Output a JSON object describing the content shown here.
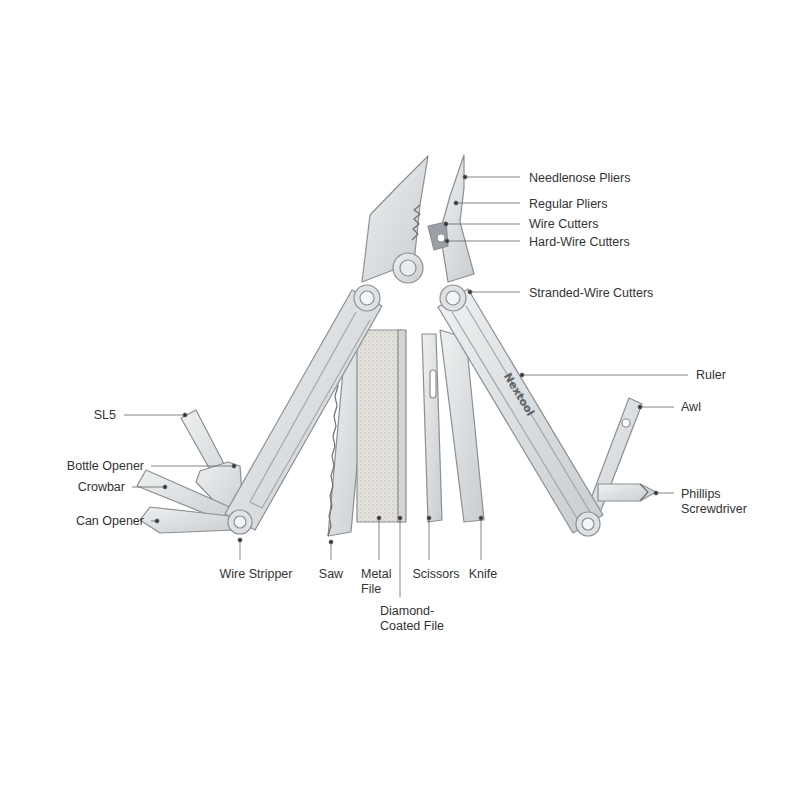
{
  "diagram": {
    "labels": [
      "Needlenose Pliers",
      "Regular Pliers",
      "Wire Cutters",
      "Hard-Wire Cutters",
      "Stranded-Wire Cutters",
      "Ruler",
      "Awl",
      "Phillips Screwdriver",
      "SL5",
      "Bottle Opener",
      "Crowbar",
      "Can Opener",
      "Wire Stripper",
      "Saw",
      "Metal File",
      "Diamond-Coated File",
      "Scissors",
      "Knife",
      "Nextool"
    ]
  }
}
